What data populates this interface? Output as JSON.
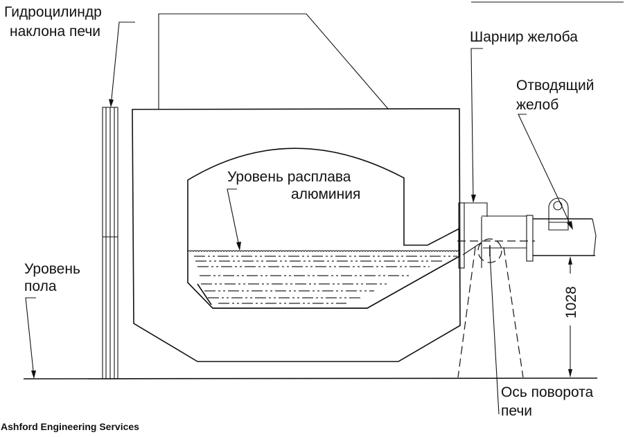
{
  "labels": {
    "cylinder_line1": "Гидроцилиндр",
    "cylinder_line2": "наклона печи",
    "hinge": "Шарнир желоба",
    "trough_line1": "Отводящий",
    "trough_line2": "желоб",
    "melt_line1": "Уровень расплава",
    "melt_line2": "алюминия",
    "floor_line1": "Уровень",
    "floor_line2": "пола",
    "pivot_line1": "Ось поворота",
    "pivot_line2": "печи",
    "dimension": "1028"
  },
  "credit": "Ashford Engineering Services"
}
